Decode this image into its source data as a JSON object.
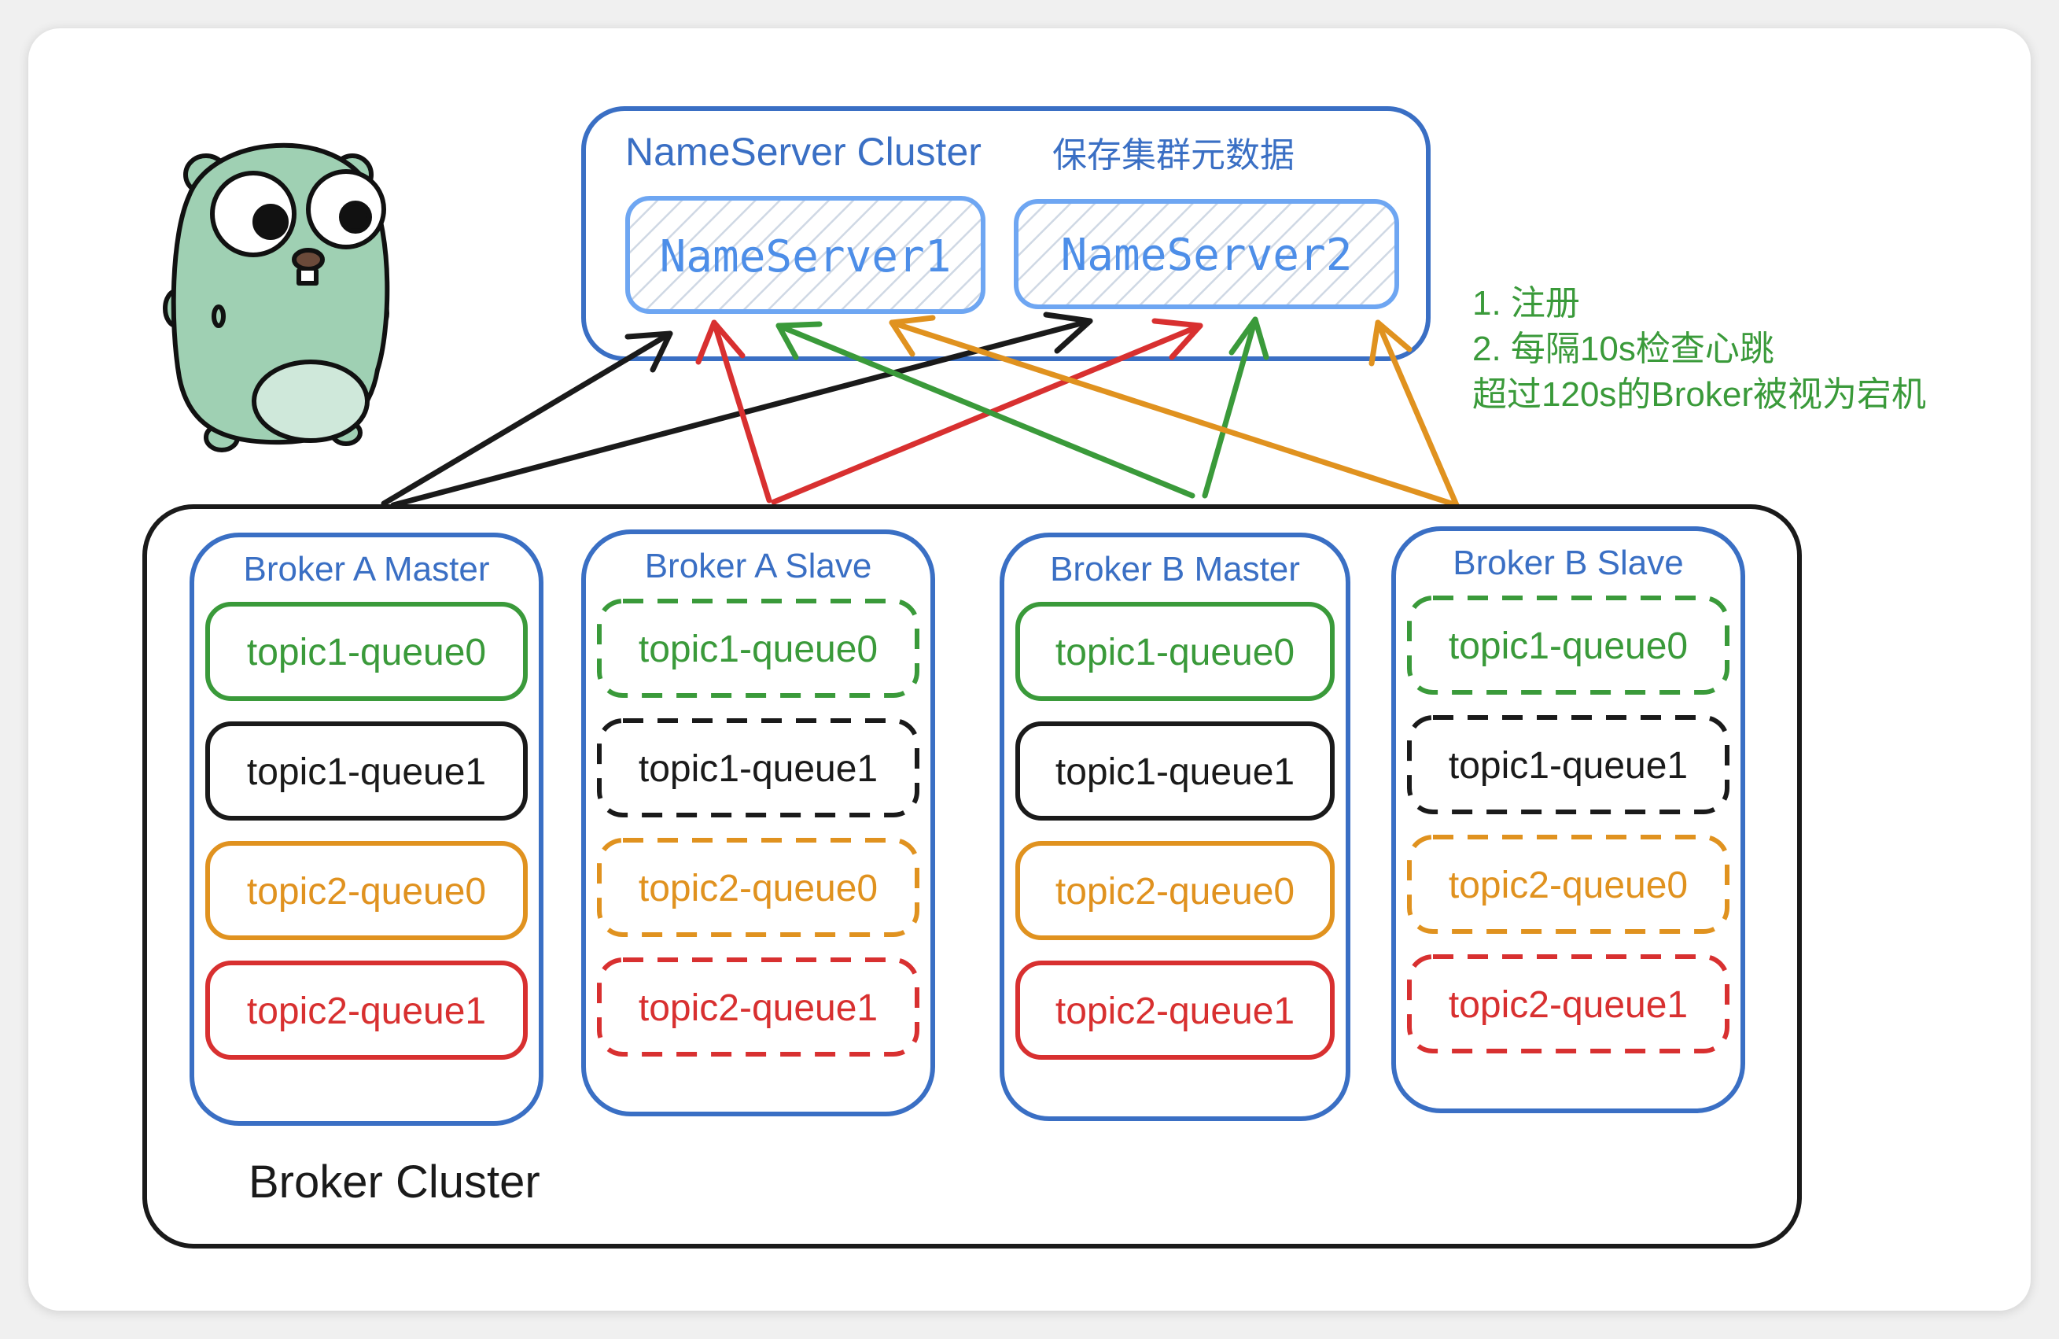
{
  "colors": {
    "blue": "#3a6fc4",
    "nameserver_blue": "#4d8ee8",
    "green": "#3a9a3a",
    "black": "#1a1a1a",
    "orange": "#e0921f",
    "red": "#d83030",
    "gopher_body": "#9fd0b3",
    "gopher_belly": "#cfe8da"
  },
  "nameserver_cluster": {
    "title": "NameServer Cluster",
    "subtitle": "保存集群元数据",
    "servers": [
      "NameServer1",
      "NameServer2"
    ]
  },
  "notes": [
    "1. 注册",
    "2. 每隔10s检查心跳",
    "超过120s的Broker被视为宕机"
  ],
  "broker_cluster": {
    "title": "Broker Cluster",
    "brokers": [
      {
        "name": "Broker A Master",
        "role": "master",
        "queues": [
          "topic1-queue0",
          "topic1-queue1",
          "topic2-queue0",
          "topic2-queue1"
        ]
      },
      {
        "name": "Broker A Slave",
        "role": "slave",
        "queues": [
          "topic1-queue0",
          "topic1-queue1",
          "topic2-queue0",
          "topic2-queue1"
        ]
      },
      {
        "name": "Broker B Master",
        "role": "master",
        "queues": [
          "topic1-queue0",
          "topic1-queue1",
          "topic2-queue0",
          "topic2-queue1"
        ]
      },
      {
        "name": "Broker B Slave",
        "role": "slave",
        "queues": [
          "topic1-queue0",
          "topic1-queue1",
          "topic2-queue0",
          "topic2-queue1"
        ]
      }
    ],
    "queue_colors": [
      "green",
      "black",
      "orange",
      "red"
    ]
  },
  "arrows": [
    {
      "from": "broker-a-master",
      "to": "nameserver-cluster",
      "color": "black"
    },
    {
      "from": "broker-a-master",
      "to": "nameserver2",
      "color": "black"
    },
    {
      "from": "broker-a-slave",
      "to": "nameserver1",
      "color": "red"
    },
    {
      "from": "broker-a-slave",
      "to": "nameserver2",
      "color": "red"
    },
    {
      "from": "broker-b-master",
      "to": "nameserver1",
      "color": "green"
    },
    {
      "from": "broker-b-master",
      "to": "nameserver2",
      "color": "green"
    },
    {
      "from": "broker-b-slave",
      "to": "nameserver1",
      "color": "orange"
    },
    {
      "from": "broker-b-slave",
      "to": "nameserver-cluster",
      "color": "orange"
    }
  ],
  "mascot": "gopher"
}
